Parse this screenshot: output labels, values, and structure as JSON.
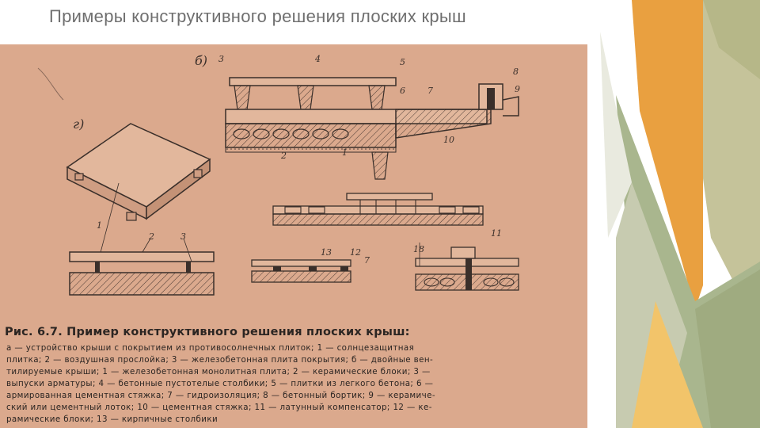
{
  "slide": {
    "title": "Примеры конструктивного решения плоских крыш"
  },
  "figure": {
    "panel_a_label": "г)",
    "panel_b_label": "б)",
    "callouts_a": [
      "1",
      "2",
      "3"
    ],
    "callouts_b": [
      "3",
      "4",
      "5",
      "6",
      "7",
      "8",
      "9",
      "10",
      "2",
      "1"
    ],
    "callouts_c": [
      "13",
      "12",
      "7"
    ],
    "callouts_d": [
      "11"
    ],
    "callout_d_dim": "18"
  },
  "caption": {
    "title": "Рис. 6.7. Пример конструктивного решения плоских крыш:",
    "lines": [
      "а — устройство крыши с покрытием из противосолнечных плиток; 1 — солнцезащитная",
      "плитка; 2 — воздушная прослойка; 3 — железобетонная плита покрытия; б — двойные вен-",
      "тилируемые крыши; 1 — железобетонная монолитная плита; 2 — керамические блоки; 3 —",
      "выпуски арматуры; 4 — бетонные пустотелые столбики; 5 — плитки из легкого бетона; 6 —",
      "армированная цементная стяжка; 7 — гидроизоляция; 8 — бетонный бортик; 9 — керамиче-",
      "ский или цементный лоток; 10 — цементная стяжка; 11 — латунный компенсатор; 12 — ке-",
      "рамические блоки; 13 — кирпичные столбики"
    ]
  },
  "colors": {
    "scan_bg": "#dba98d",
    "ink": "#3a2f2a",
    "deco_orange": "#e89a3c",
    "deco_olive": "#b9b27a",
    "deco_sage": "#a8b48c"
  }
}
